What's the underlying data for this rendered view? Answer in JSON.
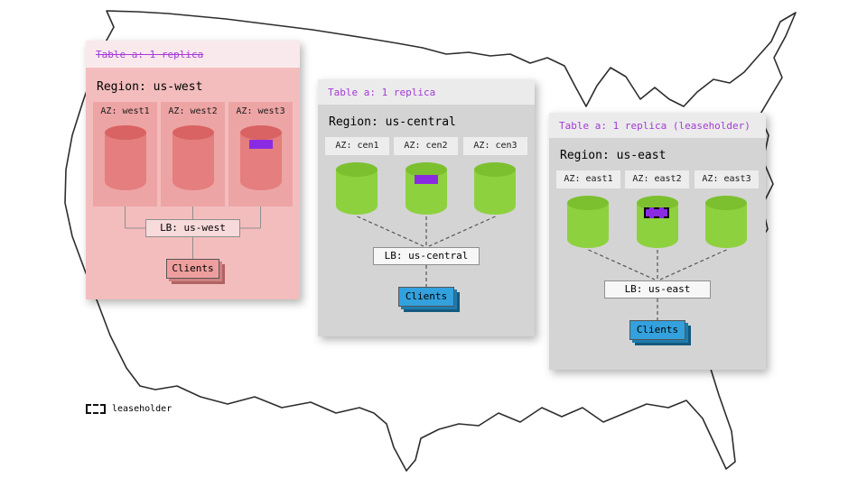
{
  "regions": [
    {
      "name": "us-west",
      "table_label": "Table a: 1 replica",
      "table_label_strikethrough": true,
      "region_label": "Region: us-west",
      "azs": [
        {
          "label": "AZ: west1",
          "replica": "none"
        },
        {
          "label": "AZ: west2",
          "replica": "none"
        },
        {
          "label": "AZ: west3",
          "replica": "replica"
        }
      ],
      "lb_label": "LB: us-west",
      "clients_label": "Clients"
    },
    {
      "name": "us-central",
      "table_label": "Table a: 1 replica",
      "table_label_strikethrough": false,
      "region_label": "Region: us-central",
      "azs": [
        {
          "label": "AZ: cen1",
          "replica": "none"
        },
        {
          "label": "AZ: cen2",
          "replica": "replica"
        },
        {
          "label": "AZ: cen3",
          "replica": "none"
        }
      ],
      "lb_label": "LB: us-central",
      "clients_label": "Clients"
    },
    {
      "name": "us-east",
      "table_label": "Table a: 1 replica (leaseholder)",
      "table_label_strikethrough": false,
      "region_label": "Region: us-east",
      "azs": [
        {
          "label": "AZ: east1",
          "replica": "none"
        },
        {
          "label": "AZ: east2",
          "replica": "leaseholder"
        },
        {
          "label": "AZ: east3",
          "replica": "none"
        }
      ],
      "lb_label": "LB: us-east",
      "clients_label": "Clients"
    }
  ],
  "legend": {
    "label": "leaseholder"
  },
  "colors": {
    "table_label_purple": "#a43ad6",
    "replica_chip_purple": "#8a2be2",
    "west_replica_red": "#e57e7e",
    "replica_green": "#8ed13e",
    "clients_blue": "#33a1dd",
    "clients_pink": "#ef9e9e",
    "map_outline": "#2d2d2d"
  }
}
